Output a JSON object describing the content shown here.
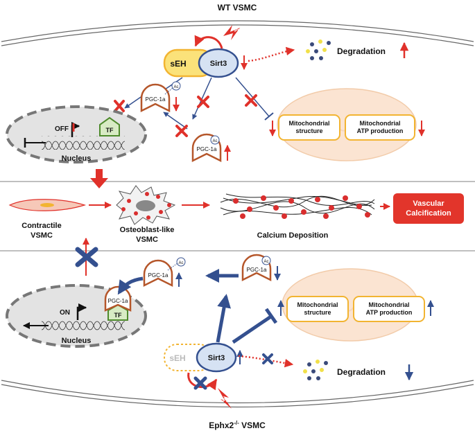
{
  "top": {
    "title": "WT VSMC",
    "seh": "sEH",
    "sirt3": "Sirt3",
    "pi": "Pi",
    "degradation": "Degradation",
    "off": "OFF",
    "tf": "TF",
    "nucleus": "Nucleus",
    "pgc": "PGC-1a",
    "ac": "Ac",
    "mito_structure": [
      "Mitochondrial",
      "structure"
    ],
    "mito_atp": [
      "Mitochondrial",
      "ATP production"
    ]
  },
  "middle": {
    "contractile": [
      "Contractile",
      "VSMC"
    ],
    "osteoblast": [
      "Osteoblast-like",
      "VSMC"
    ],
    "calcium": "Calcium Deposition",
    "vascular": [
      "Vascular",
      "Calcification"
    ]
  },
  "bottom": {
    "title_main": "Ephx2",
    "title_sup": "-/-",
    "title_rest": " VSMC",
    "seh": "sEH",
    "sirt3": "Sirt3",
    "pi": "Pi",
    "degradation": "Degradation",
    "on": "ON",
    "tf": "TF",
    "nucleus": "Nucleus",
    "pgc": "PGC-1a",
    "ac": "Ac",
    "mito_structure": [
      "Mitochondrial",
      "structure"
    ],
    "mito_atp": [
      "Mitochondrial",
      "ATP production"
    ]
  },
  "colors": {
    "red": "#e0312a",
    "blue": "#34508f",
    "orange_box": "#f2b431",
    "pgc_brown": "#b5562a",
    "tf_green": "#4e8a2c",
    "nucleus_fill": "#e3e3e3",
    "mito_fill": "#fbe4d2",
    "vascular_box": "#e2352b"
  }
}
